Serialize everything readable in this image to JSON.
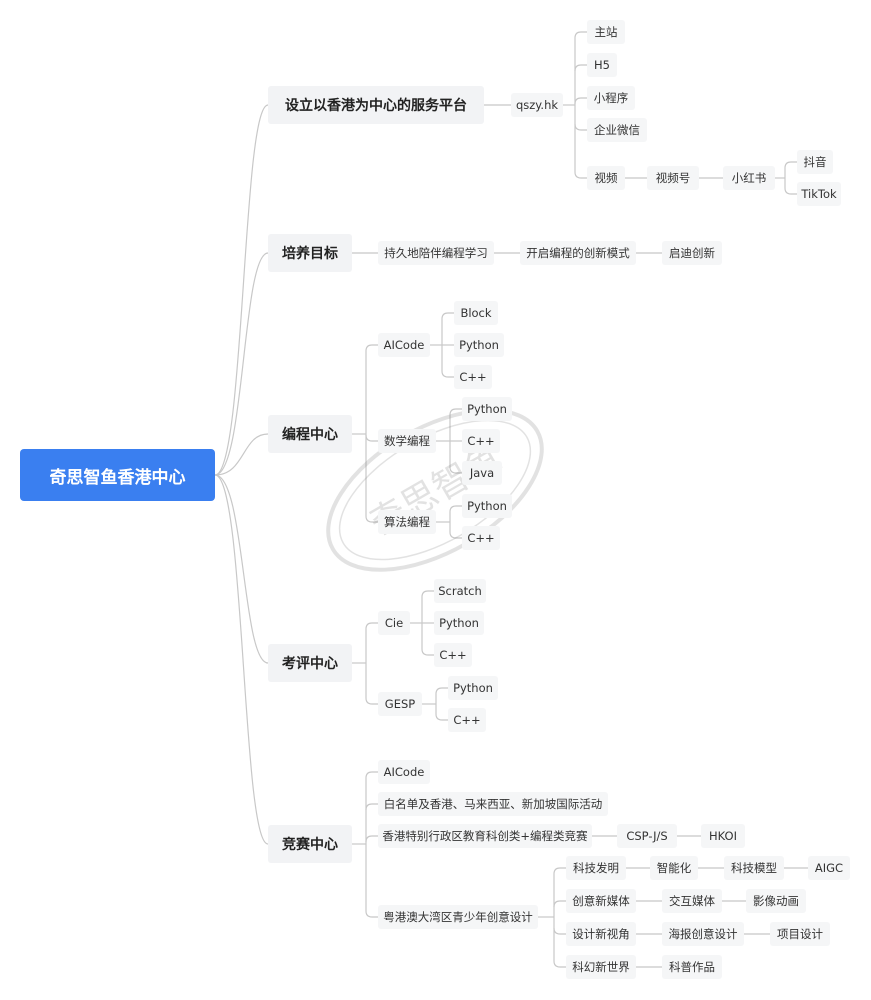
{
  "root": "奇思智鱼香港中心",
  "branches": {
    "platform": "设立以香港为中心的服务平台",
    "goal": "培养目标",
    "coding": "编程中心",
    "assessment": "考评中心",
    "competition": "竞赛中心"
  },
  "platform": {
    "domain": "qszy.hk",
    "channels": [
      "主站",
      "H5",
      "小程序",
      "企业微信",
      "视频"
    ],
    "video_chain": [
      "视频号",
      "小红书"
    ],
    "short_video": [
      "抖音",
      "TikTok"
    ]
  },
  "goal": [
    "持久地陪伴编程学习",
    "开启编程的创新模式",
    "启迪创新"
  ],
  "coding": {
    "aicode": {
      "label": "AICode",
      "items": [
        "Block",
        "Python",
        "C++"
      ]
    },
    "math": {
      "label": "数学编程",
      "items": [
        "Python",
        "C++",
        "Java"
      ]
    },
    "algo": {
      "label": "算法编程",
      "items": [
        "Python",
        "C++"
      ]
    }
  },
  "assessment": {
    "cie": {
      "label": "Cie",
      "items": [
        "Scratch",
        "Python",
        "C++"
      ]
    },
    "gesp": {
      "label": "GESP",
      "items": [
        "Python",
        "C++"
      ]
    }
  },
  "competition": {
    "aicode": "AICode",
    "whitelist": "白名单及香港、马来西亚、新加坡国际活动",
    "edb": "香港特别行政区教育科创类+编程类竞赛",
    "edb_chain": [
      "CSP-J/S",
      "HKOI"
    ],
    "gba": "粤港澳大湾区青少年创意设计",
    "gba_rows": [
      [
        "科技发明",
        "智能化",
        "科技模型",
        "AIGC"
      ],
      [
        "创意新媒体",
        "交互媒体",
        "影像动画"
      ],
      [
        "设计新视角",
        "海报创意设计",
        "项目设计"
      ],
      [
        "科幻新世界",
        "科普作品"
      ]
    ]
  },
  "watermark": "奇思智鱼"
}
